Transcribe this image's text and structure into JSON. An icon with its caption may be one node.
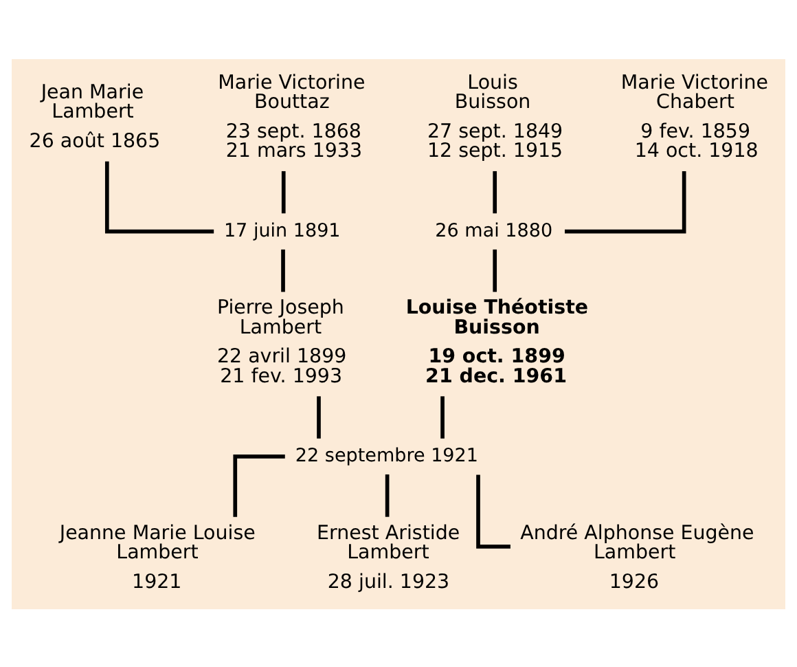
{
  "diagram": {
    "nodes": [
      {
        "text": [
          "Jean Marie Lambert",
          "26 août 1865"
        ]
      },
      {
        "text": [
          "Marie Victorine Bouttaz",
          "23 sept. 1868",
          "21 mars 1933"
        ]
      },
      {
        "text": [
          "Louis Buisson",
          "27 sept. 1849",
          "12 sept. 1915"
        ]
      },
      {
        "text": [
          "Marie Victorine Chabert",
          "9 fev. 1859",
          "14 oct. 1918"
        ]
      },
      {
        "text": [
          "17 juin 1891"
        ]
      },
      {
        "text": [
          "26 mai 1880"
        ]
      },
      {
        "text": [
          "Pierre Joseph Lambert",
          "22 avril 1899",
          "21 fev. 1993"
        ]
      },
      {
        "text": [
          "Louise Théotiste Buisson",
          "19 oct. 1899",
          "21 dec. 1961"
        ]
      },
      {
        "text": [
          "22 septembre 1921"
        ]
      },
      {
        "text": [
          "Jeanne Marie Louise Lambert",
          "1921"
        ]
      },
      {
        "text": [
          "Ernest Aristide Lambert",
          "28 juil. 1923"
        ]
      },
      {
        "text": [
          "André Alphonse Eugène Lambert",
          "1926"
        ]
      }
    ],
    "edges": [
      {
        "from": 0,
        "to": 4,
        "arrow": "none"
      },
      {
        "from": 1,
        "to": 4,
        "arrow": "none"
      },
      {
        "from": 4,
        "to": 6,
        "arrow": "none"
      },
      {
        "from": 2,
        "to": 5,
        "arrow": "none"
      },
      {
        "from": 3,
        "to": 5,
        "arrow": "none"
      },
      {
        "from": 5,
        "to": 7,
        "arrow": "none"
      },
      {
        "from": 6,
        "to": 8,
        "arrow": "none"
      },
      {
        "from": 7,
        "to": 8,
        "arrow": "none"
      },
      {
        "from": 8,
        "to": 9,
        "arrow": "none"
      },
      {
        "from": 8,
        "to": 10,
        "arrow": "none"
      },
      {
        "from": 8,
        "to": 11,
        "arrow": "none"
      }
    ]
  }
}
